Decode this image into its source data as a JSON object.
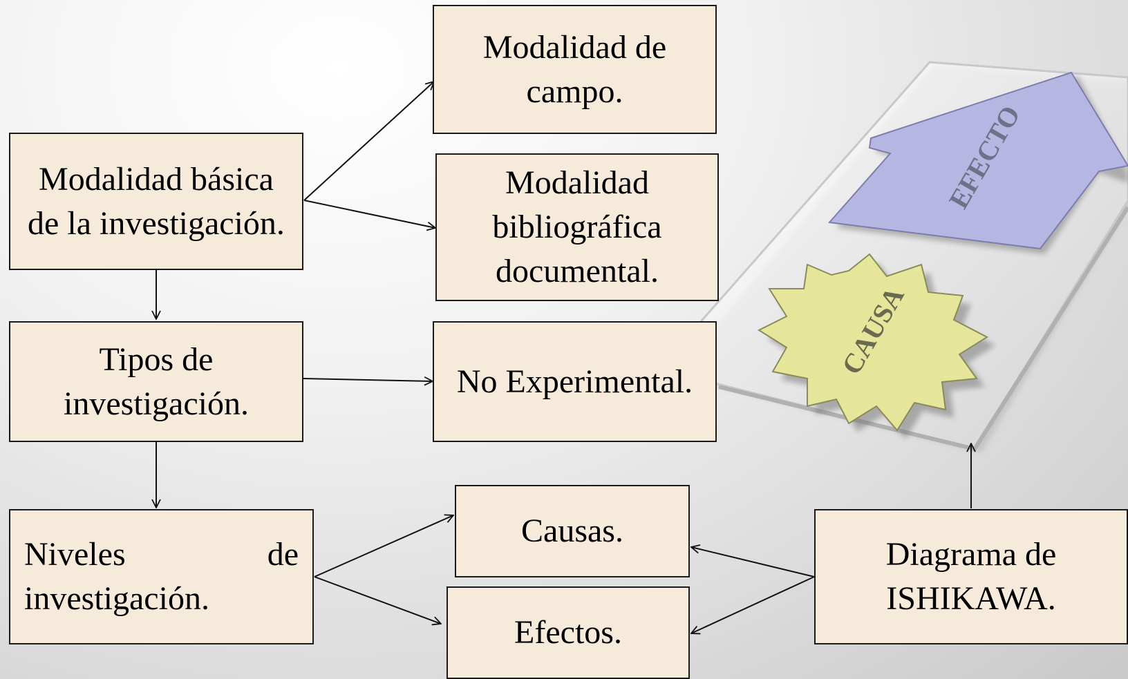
{
  "boxes": {
    "modalidad_basica": "Modalidad básica de la investigación.",
    "modalidad_campo": "Modalidad de campo.",
    "modalidad_bibliografica": "Modalidad bibliográfica documental.",
    "tipos": "Tipos de investigación.",
    "no_experimental": "No Experimental.",
    "niveles": "Niveles de investigación.",
    "causas": "Causas.",
    "efectos": "Efectos.",
    "diagrama": "Diagrama de ISHIKAWA."
  },
  "illustration": {
    "effect_label": "EFECTO",
    "cause_label": "CAUSA"
  },
  "colors": {
    "box_fill": "#f6ebda",
    "box_border": "#1a1a1a",
    "arrow": "#111111",
    "effect_arrow": "#b6b6e2",
    "cause_star": "#e6e69b"
  }
}
